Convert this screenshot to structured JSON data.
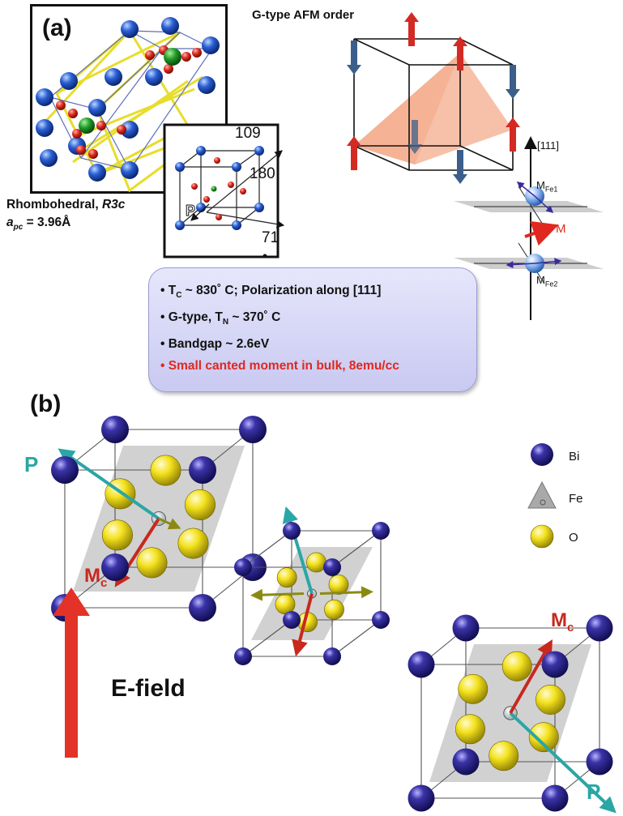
{
  "panel_a": {
    "label": "(a)",
    "structure_caption_line1_prefix": "Rhombohedral, ",
    "structure_caption_line1_italic": "R3c",
    "structure_caption_line2_prefix": "a",
    "structure_caption_line2_sub": "pc",
    "structure_caption_line2_suffix": " = 3.96Å",
    "inset_labels": {
      "top": "109",
      "mid": "180",
      "bottom": "71",
      "polarization": "P"
    },
    "afm_title": "G-type AFM order",
    "axis_label": "[111]",
    "moment_top": "M",
    "moment_top_sub": "Fe1",
    "moment_bottom": "M",
    "moment_bottom_sub": "Fe2",
    "net_moment": "M",
    "properties": [
      {
        "text": "T",
        "sub": "C",
        "rest": " ~ 830˚ C; Polarization along [111]",
        "color": "black"
      },
      {
        "text": "G-type, T",
        "sub": "N",
        "rest": " ~ 370˚ C",
        "color": "black"
      },
      {
        "text": "Bandgap ~ 2.6eV",
        "sub": "",
        "rest": "",
        "color": "black"
      },
      {
        "text": "Small canted moment in bulk, 8emu/cc",
        "sub": "",
        "rest": "",
        "color": "red"
      }
    ]
  },
  "panel_b": {
    "label": "(b)",
    "polarization": "P",
    "moment": "M",
    "moment_sub": "c",
    "field_label": "E-field",
    "legend": [
      {
        "name": "Bi",
        "symbol": "bi-sphere-icon"
      },
      {
        "name": "Fe",
        "symbol": "fe-tetrahedron-icon"
      },
      {
        "name": "O",
        "symbol": "o-sphere-icon"
      }
    ]
  },
  "colors": {
    "bi": "#2b2585",
    "oxygen": "#f2e11c",
    "polarization": "#2aa6a6",
    "moment": "#c8281e",
    "efield": "#e33228",
    "spin_up": "#d42a24",
    "spin_down": "#3b5f8a",
    "triangle": "#f6b59a"
  }
}
